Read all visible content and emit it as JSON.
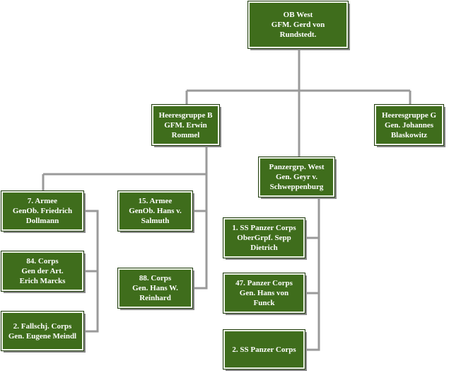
{
  "colors": {
    "node_fill": "#3f6d1c",
    "node_text": "#ffffff",
    "connector": "#9a9a9a"
  },
  "nodes": {
    "ob_west": {
      "lines": [
        "OB West",
        "GFM. Gerd von",
        "Rundstedt."
      ]
    },
    "hg_b": {
      "lines": [
        "Heeresgruppe B",
        "GFM. Erwin",
        "Rommel"
      ]
    },
    "hg_g": {
      "lines": [
        "Heeresgruppe G",
        "Gen. Johannes",
        "Blaskowitz"
      ]
    },
    "pz_west": {
      "lines": [
        "Panzergrp. West",
        "Gen. Geyr v.",
        "Schweppenburg"
      ]
    },
    "armee7": {
      "lines": [
        "7. Armee",
        "GenOb. Friedrich",
        "Dollmann"
      ]
    },
    "armee15": {
      "lines": [
        "15. Armee",
        "GenOb. Hans v.",
        "Salmuth"
      ]
    },
    "corps84": {
      "lines": [
        "84. Corps",
        "Gen der Art.",
        "Erich Marcks"
      ]
    },
    "corps88": {
      "lines": [
        "88. Corps",
        "Gen. Hans W.",
        "Reinhard"
      ]
    },
    "fallschj2": {
      "lines": [
        "2. Fallschj. Corps",
        "Gen. Eugene Meindl"
      ]
    },
    "sspz1": {
      "lines": [
        "1. SS Panzer Corps",
        "OberGrpf. Sepp",
        "Dietrich"
      ]
    },
    "pz47": {
      "lines": [
        "47. Panzer Corps",
        "Gen. Hans von",
        "Funck"
      ]
    },
    "sspz2": {
      "lines": [
        "2. SS Panzer Corps"
      ]
    }
  }
}
